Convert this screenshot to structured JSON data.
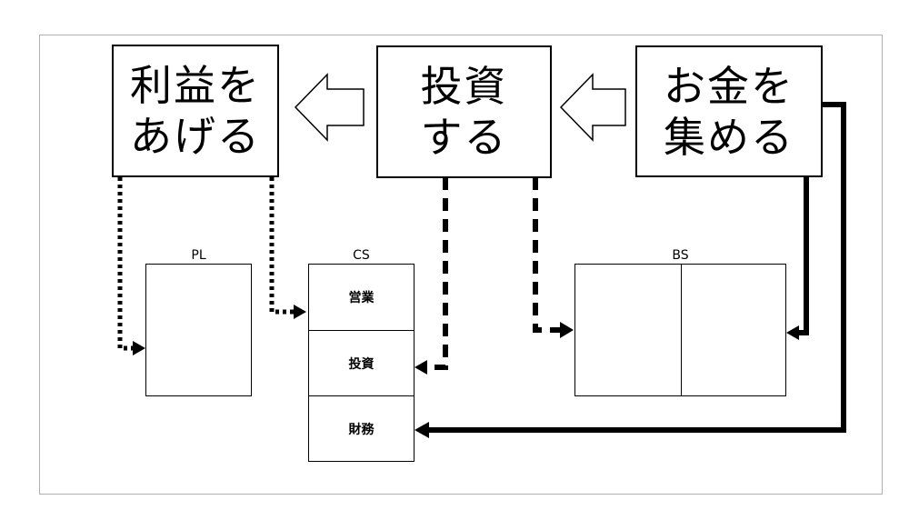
{
  "boxes": {
    "profit": "利益を\nあげる",
    "invest": "投資\nする",
    "fund": "お金を\n集める"
  },
  "statements": {
    "pl_title": "PL",
    "cs_title": "CS",
    "bs_title": "BS",
    "cs_rows": [
      "営業",
      "投資",
      "財務"
    ]
  }
}
